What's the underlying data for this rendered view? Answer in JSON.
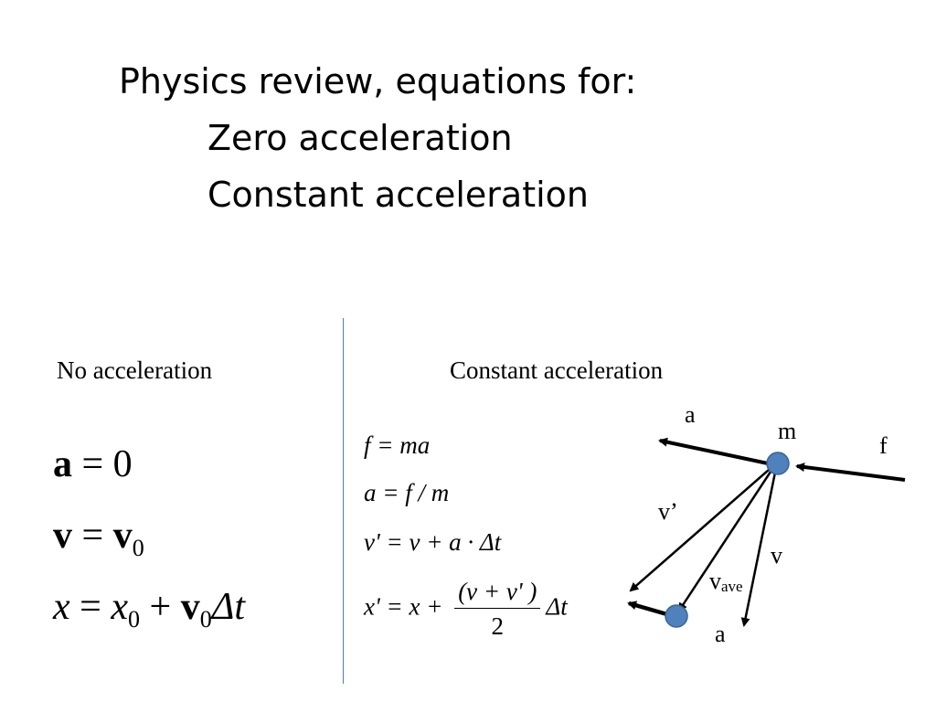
{
  "title": {
    "line1": "Physics review, equations for:",
    "line2": "Zero acceleration",
    "line3": "Constant acceleration"
  },
  "left": {
    "label": "No acceleration",
    "eq1": {
      "lhs": "a",
      "rel": " = 0"
    },
    "eq2": {
      "lhs": "v",
      "rel": " = ",
      "rhs": "v",
      "sub": "0"
    },
    "eq3": {
      "x": "x",
      "rel": " = ",
      "x0": "x",
      "x0sub": "0",
      "plus": " + ",
      "v": "v",
      "vsub": "0",
      "dt": "Δt"
    }
  },
  "right": {
    "label": "Constant acceleration",
    "eq1": "f  = ma",
    "eq2": "a = f / m",
    "eq3": "v' = v + a · Δt",
    "eq4": {
      "lhs": "x' = x + ",
      "num": "(v + v' )",
      "den": "2",
      "tail": "Δt"
    }
  },
  "diagram": {
    "labels": {
      "a_top": "a",
      "m": "m",
      "f": "f",
      "v_prime": "v’",
      "v": "v",
      "v_ave": "v",
      "v_ave_sub": "ave",
      "a_bottom": "a"
    },
    "colors": {
      "mass_fill": "#4f81bd",
      "mass_stroke": "#3a6496",
      "arrow": "#000000"
    }
  }
}
